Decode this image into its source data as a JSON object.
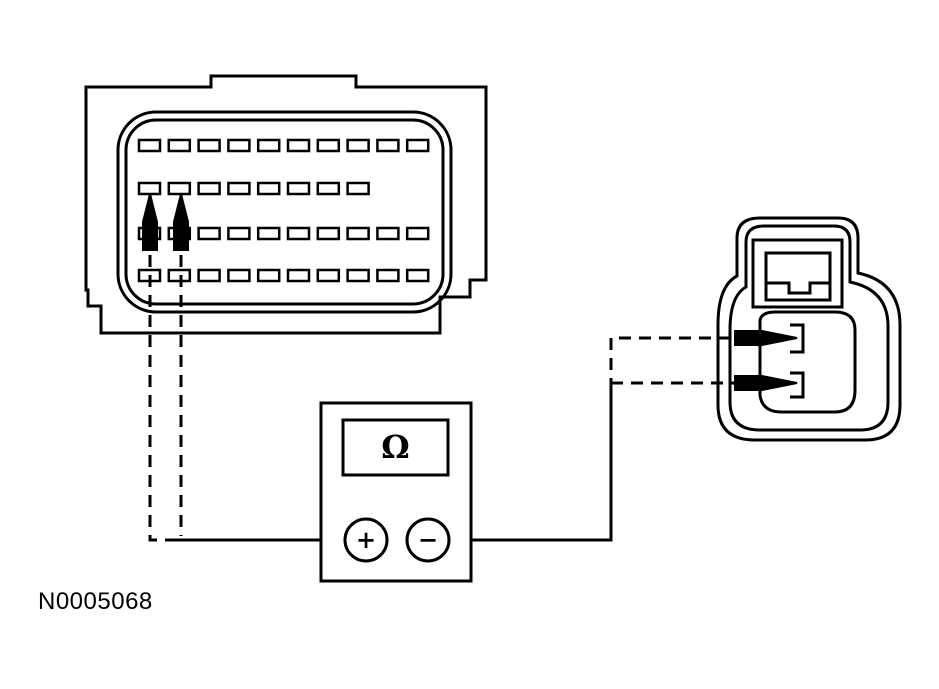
{
  "figure_id": "N0005068",
  "meter": {
    "display_symbol": "Ω",
    "positive_symbol": "+",
    "negative_symbol": "−"
  },
  "connector_grid": {
    "row_counts": [
      10,
      8,
      10,
      10
    ]
  },
  "colors": {
    "line": "#000000",
    "background": "#ffffff"
  }
}
